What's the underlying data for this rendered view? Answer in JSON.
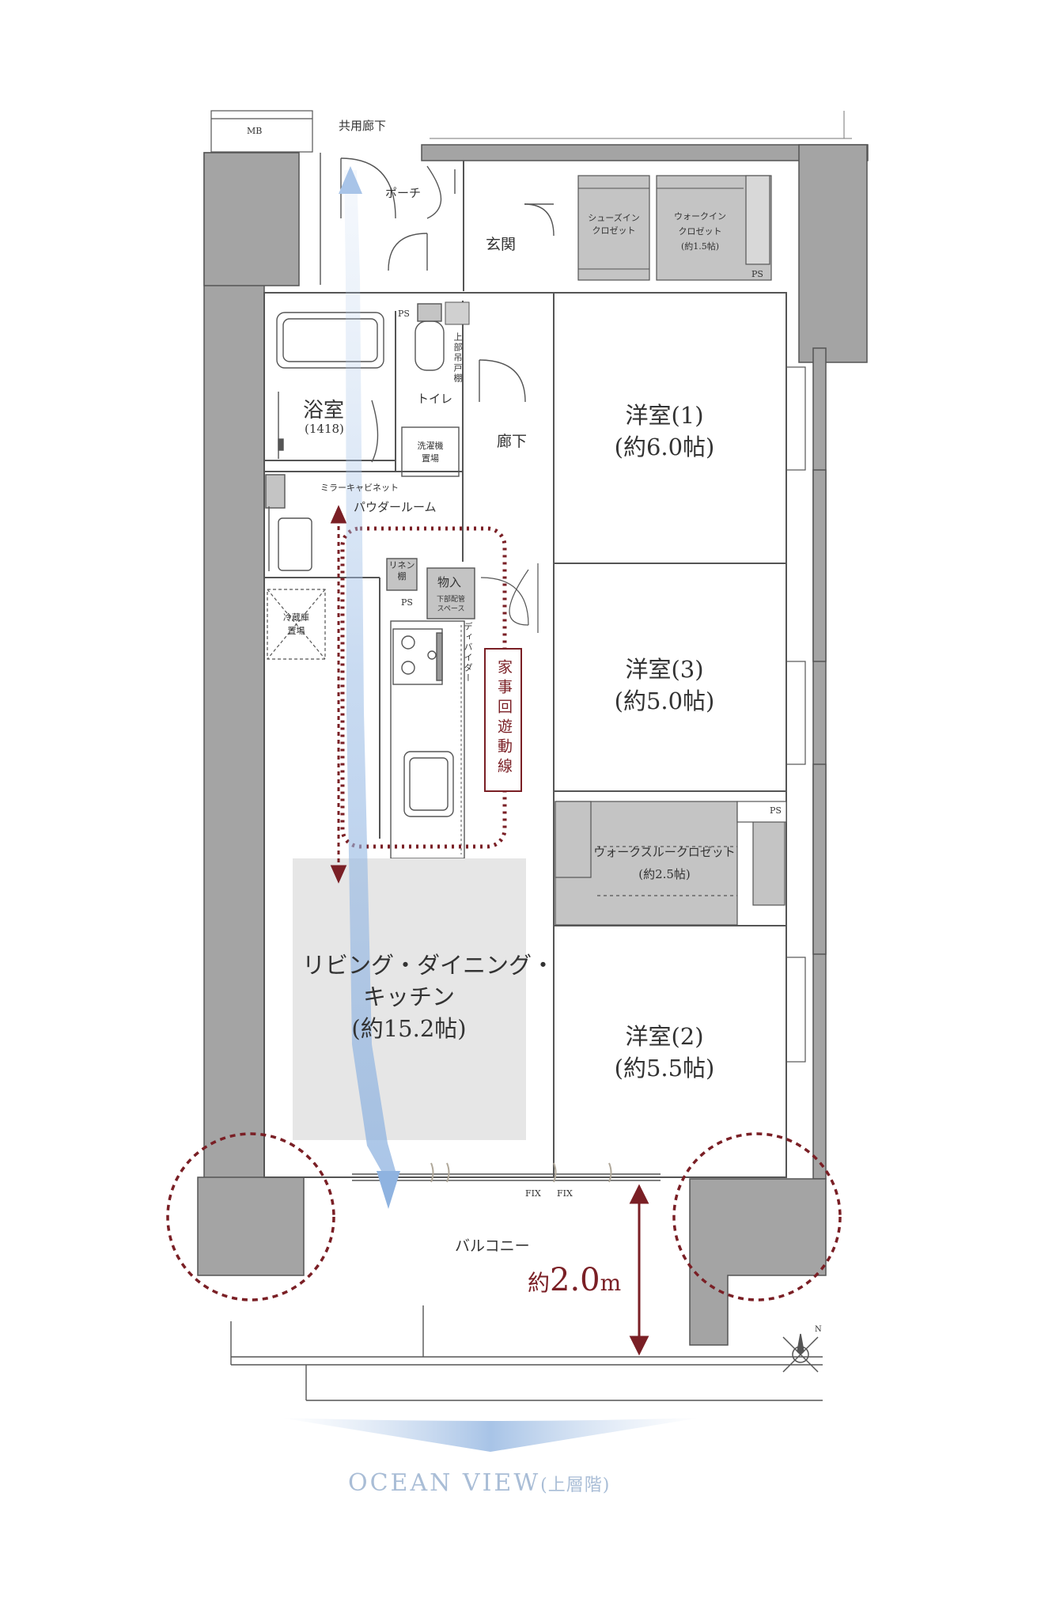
{
  "labels": {
    "mb": "MB",
    "shared_corridor": "共用廊下",
    "porch": "ポーチ",
    "entrance": "玄関",
    "shoes_closet": "シューズイン\nクロゼット",
    "walk_in_closet": "ウォークイン\nクロゼット\n(約1.5帖)",
    "ps": "PS",
    "bathroom": "浴室",
    "bathroom_size": "(1418)",
    "toilet": "トイレ",
    "upper_shelf": "上部吊戸棚",
    "hallway": "廊下",
    "laundry": "洗濯機\n置場",
    "mirror_cabinet": "ミラーキャビネット",
    "powder_room": "パウダールーム",
    "linen": "リネン\n棚",
    "storage": "物入",
    "storage_note": "下部配管\nスペース",
    "fridge": "冷蔵庫\n置場",
    "divider": "ディバイダー",
    "housework_route": "家事回遊動線",
    "walk_through_closet": "ウォークスルークロゼット\n(約2.5帖)",
    "ldk": "リビング・ダイニング・\nキッチン\n(約15.2帖)",
    "room1": "洋室(1)\n(約6.0帖)",
    "room3": "洋室(3)\n(約5.0帖)",
    "room2": "洋室(2)\n(約5.5帖)",
    "fix1": "FIX",
    "fix2": "FIX",
    "balcony": "バルコニー",
    "balcony_depth_prefix": "約",
    "balcony_depth_value": "2.0",
    "balcony_depth_unit": "m",
    "north": "N",
    "ocean_view": "OCEAN VIEW",
    "ocean_view_note": "(上層階)"
  },
  "colors": {
    "wall": "#a4a4a4",
    "wall_dark": "#555555",
    "ldk_fill": "#e6e6e6",
    "fixture": "#c4c4c4",
    "route": "#7a1f25",
    "view_arrow": "#9dbde5",
    "ocean_text": "#a9bdd6"
  }
}
